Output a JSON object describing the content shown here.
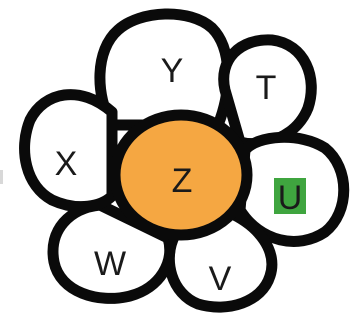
{
  "puzzle": {
    "center": {
      "letter": "Z",
      "color": "#f5a742"
    },
    "petals": [
      {
        "id": "y",
        "letter": "Y",
        "highlighted": false
      },
      {
        "id": "t",
        "letter": "T",
        "highlighted": false
      },
      {
        "id": "u",
        "letter": "U",
        "highlighted": true
      },
      {
        "id": "v",
        "letter": "V",
        "highlighted": false
      },
      {
        "id": "w",
        "letter": "W",
        "highlighted": false
      },
      {
        "id": "x",
        "letter": "X",
        "highlighted": false
      }
    ],
    "colors": {
      "outline": "#0a0a0a",
      "petal_fill": "#ffffff",
      "highlight": "#3fa53f"
    }
  }
}
